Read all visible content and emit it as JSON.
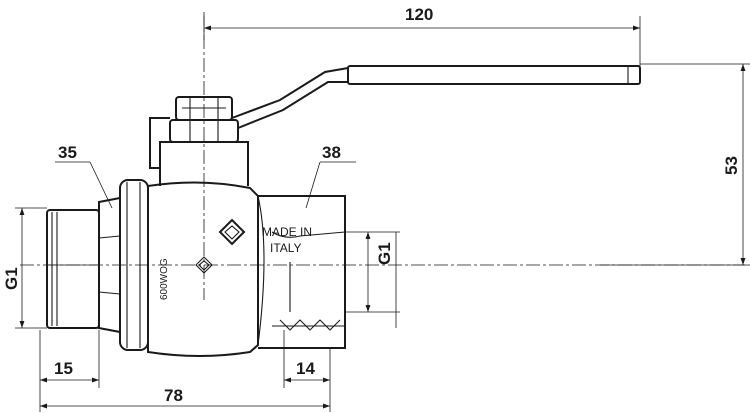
{
  "drawing": {
    "dim_handle_length": "120",
    "dim_handle_height": "53",
    "dim_hex_left": "35",
    "dim_hex_right": "38",
    "dim_thread_male": "G1",
    "dim_thread_female": "G1",
    "dim_male_thread_len": "15",
    "dim_female_thread_len": "14",
    "dim_total_length": "78",
    "body_marking_pressure": "600WOG",
    "body_marking_origin_line1": "MADE IN",
    "body_marking_origin_line2": "ITALY"
  }
}
